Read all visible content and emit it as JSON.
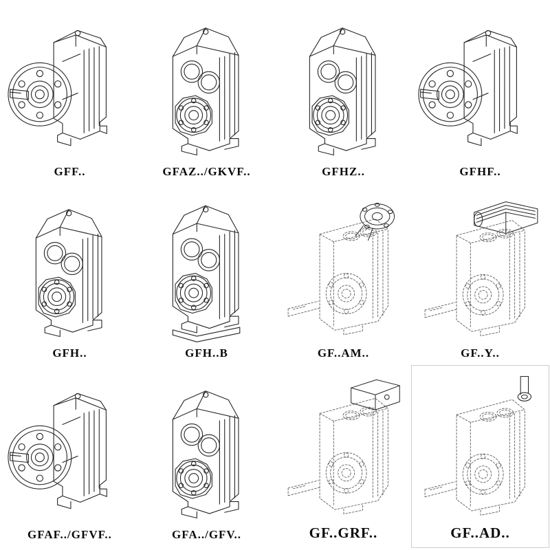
{
  "colors": {
    "background": "#ffffff",
    "ink": "#252525",
    "phantom_ink": "#5f5f5f"
  },
  "products": [
    {
      "label": "GFF..",
      "drawing": "flange-output-gearbox"
    },
    {
      "label": "GFAZ../GKVF..",
      "drawing": "bore-output-gearbox"
    },
    {
      "label": "GFHZ..",
      "drawing": "bore-output-gearbox"
    },
    {
      "label": "GFHF..",
      "drawing": "flange-output-gearbox"
    },
    {
      "label": "GFH..",
      "drawing": "bore-output-gearbox"
    },
    {
      "label": "GFH..B",
      "drawing": "bore-output-gearbox-with-baseplate"
    },
    {
      "label": "GF..AM..",
      "drawing": "phantom-gearbox-with-input-flange"
    },
    {
      "label": "GF..Y..",
      "drawing": "phantom-gearbox-with-motor"
    },
    {
      "label": "GFAF../GFVF..",
      "drawing": "flange-output-gearbox"
    },
    {
      "label": "GFA../GFV..",
      "drawing": "bore-output-gearbox"
    },
    {
      "label": "GF..GRF..",
      "drawing": "phantom-gearbox-with-adapter-box"
    },
    {
      "label": "GF..AD..",
      "drawing": "phantom-gearbox-with-input-shaft"
    }
  ]
}
